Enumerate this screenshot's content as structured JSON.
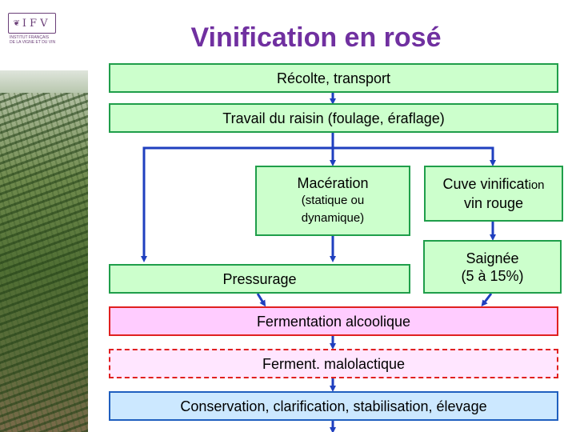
{
  "logo": {
    "text": "IFV",
    "subtitle": "INSTITUT FRANÇAIS\nDE LA VIGNE ET DU VIN"
  },
  "title": "Vinification en rosé",
  "steps": {
    "recolte": "Récolte, transport",
    "travail": "Travail du raisin (foulage, éraflage)",
    "maceration": "Macération",
    "maceration_detail": "(statique ou dynamique)",
    "cuve_line1": "Cuve vinificat",
    "cuve_line1_small": "ion",
    "cuve_line2": "vin rouge",
    "saignee": "Saignée",
    "saignee_detail": "(5 à 15%)",
    "pressurage": "Pressurage",
    "fermentation": "Fermentation alcoolique",
    "malolactique": "Ferment. malolactique",
    "conservation": "Conservation, clarification, stabilisation, élevage"
  },
  "colors": {
    "title": "#7030a0",
    "box_green_fill": "#ccffcc",
    "box_green_border": "#1f9e4a",
    "box_pink_fill": "#ffccff",
    "box_pink_border": "#e02020",
    "box_blue_fill": "#cce8ff",
    "box_blue_border": "#1f5fbf",
    "arrow": "#1f3fbf"
  }
}
